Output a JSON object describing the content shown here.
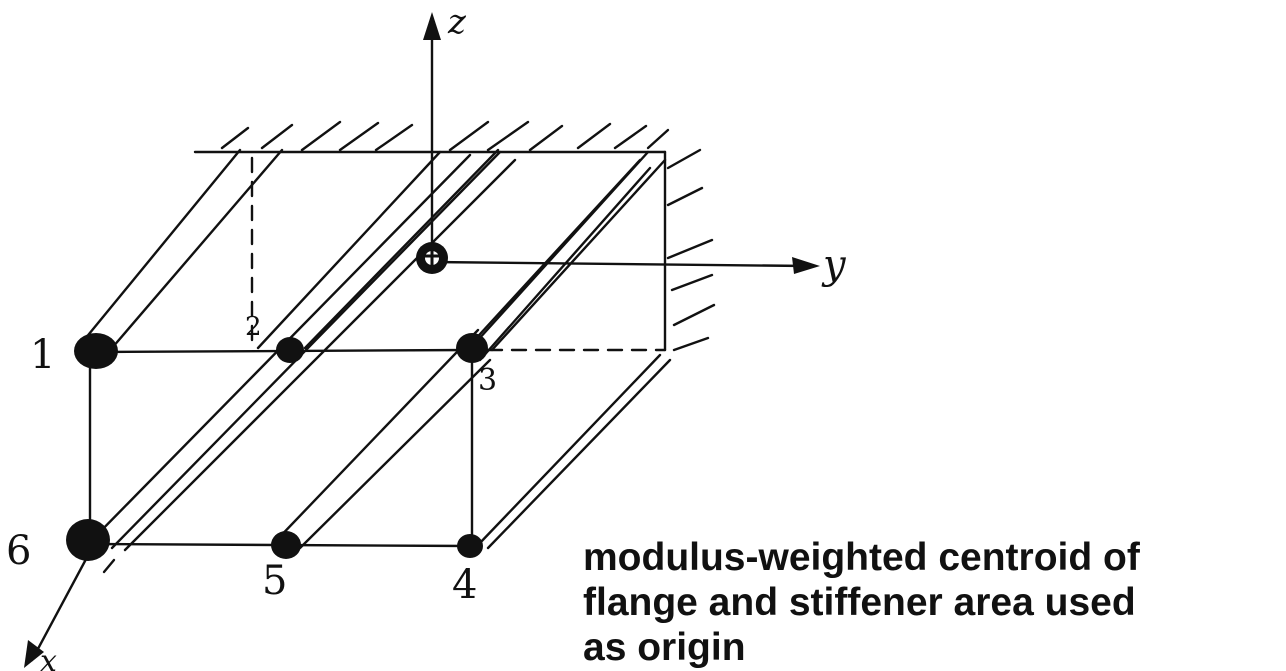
{
  "diagram": {
    "axes": {
      "z": "z",
      "y": "y",
      "x": "x"
    },
    "nodes": [
      "1",
      "2",
      "3",
      "4",
      "5",
      "6"
    ],
    "caption": {
      "line1": "modulus-weighted centroid of",
      "line2": "flange and stiffener area used",
      "line3": "as origin"
    }
  }
}
